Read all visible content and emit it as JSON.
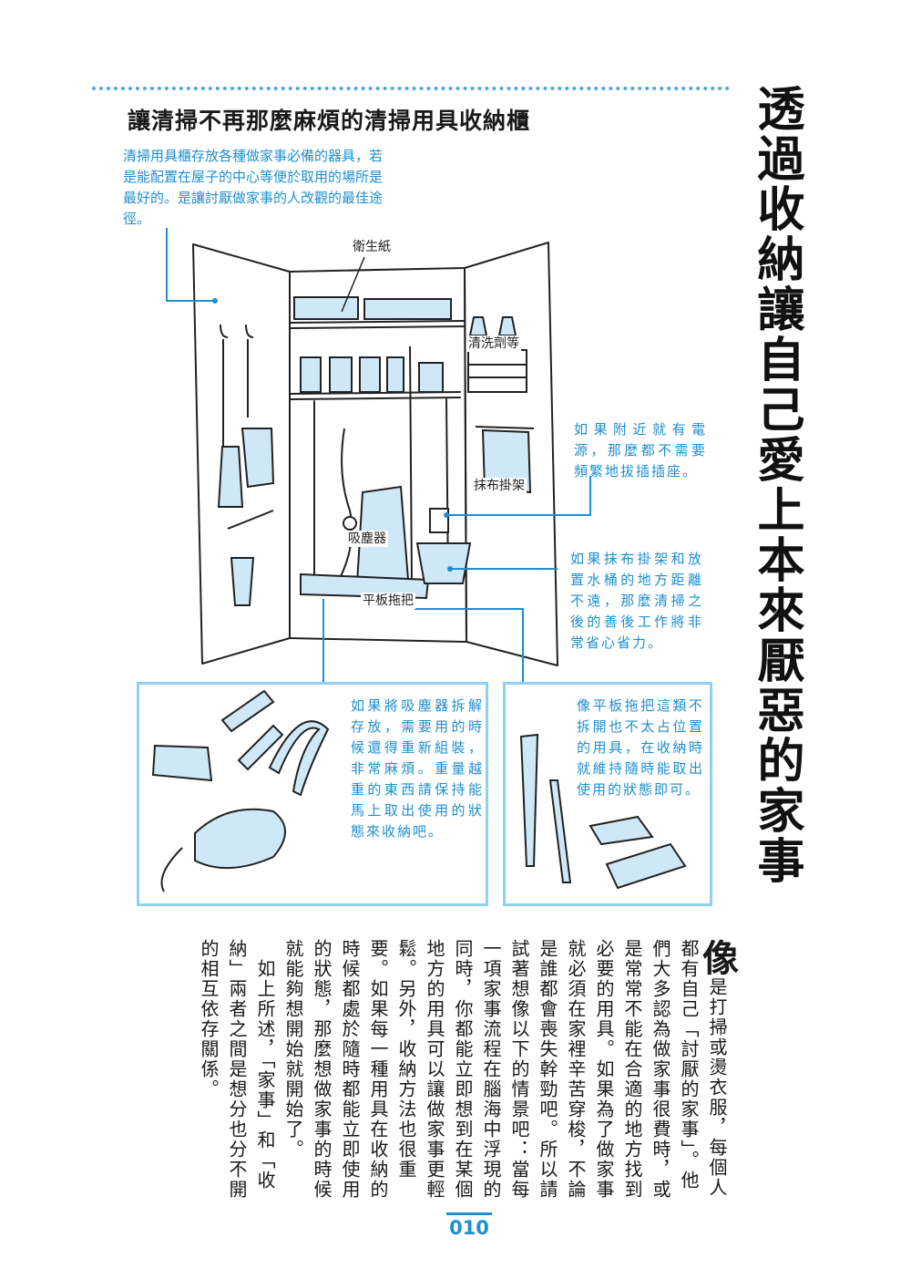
{
  "section_title": "讓清掃不再那麼麻煩的清掃用具收納櫃",
  "intro": "清掃用具櫃存放各種做家事必備的器具，若是能配置在屋子的中心等便於取用的場所是最好的。是讓討厭做家事的人改觀的最佳途徑。",
  "vertical_title": "透過收納讓自己愛上本來厭惡的家事",
  "labels": {
    "toilet_paper": "衛生紙",
    "detergent": "清洗劑等",
    "towel_rack": "抹布掛架",
    "vacuum": "吸塵器",
    "flat_mop": "平板拖把"
  },
  "notes": {
    "outlet": "如果附近就有電源，那麼都不需要頻繁地拔插插座。",
    "bucket": "如果抹布掛架和放置水桶的地方距離不遠，那麼清掃之後的善後工作將非常省心省力。",
    "vacuum_box": "如果將吸塵器拆解存放，需要用的時候還得重新組裝，非常麻煩。重量越重的東西請保持能馬上取出使用的狀態來收納吧。",
    "mop_box": "像平板拖把這類不拆開也不太占位置的用具，在收納時就維持隨時能取出使用的狀態即可。"
  },
  "body": {
    "drop_cap": "像",
    "para1": "是打掃或燙衣服，每個人都有自己「討厭的家事」。他們大多認為做家事很費時，或是常常不能在合適的地方找到必要的用具。如果為了做家事就必須在家裡辛苦穿梭，不論是誰都會喪失幹勁吧。所以請試著想像以下的情景吧：當每一項家事流程在腦海中浮現的同時，你都能立即想到在某個地方的用具可以讓做家事更輕鬆。另外，收納方法也很重要。如果每一種用具在收納的時候都處於隨時都能立即使用的狀態，那麼想做家事的時候就能夠想開始就開始了。",
    "para2": "如上所述，「家事」和「收納」兩者之間是想分也分不開的相互依存關係。"
  },
  "page_number": "010",
  "colors": {
    "accent": "#1e8fd0",
    "box_border": "#8fd0f0",
    "fill": "#cfe8f7"
  }
}
